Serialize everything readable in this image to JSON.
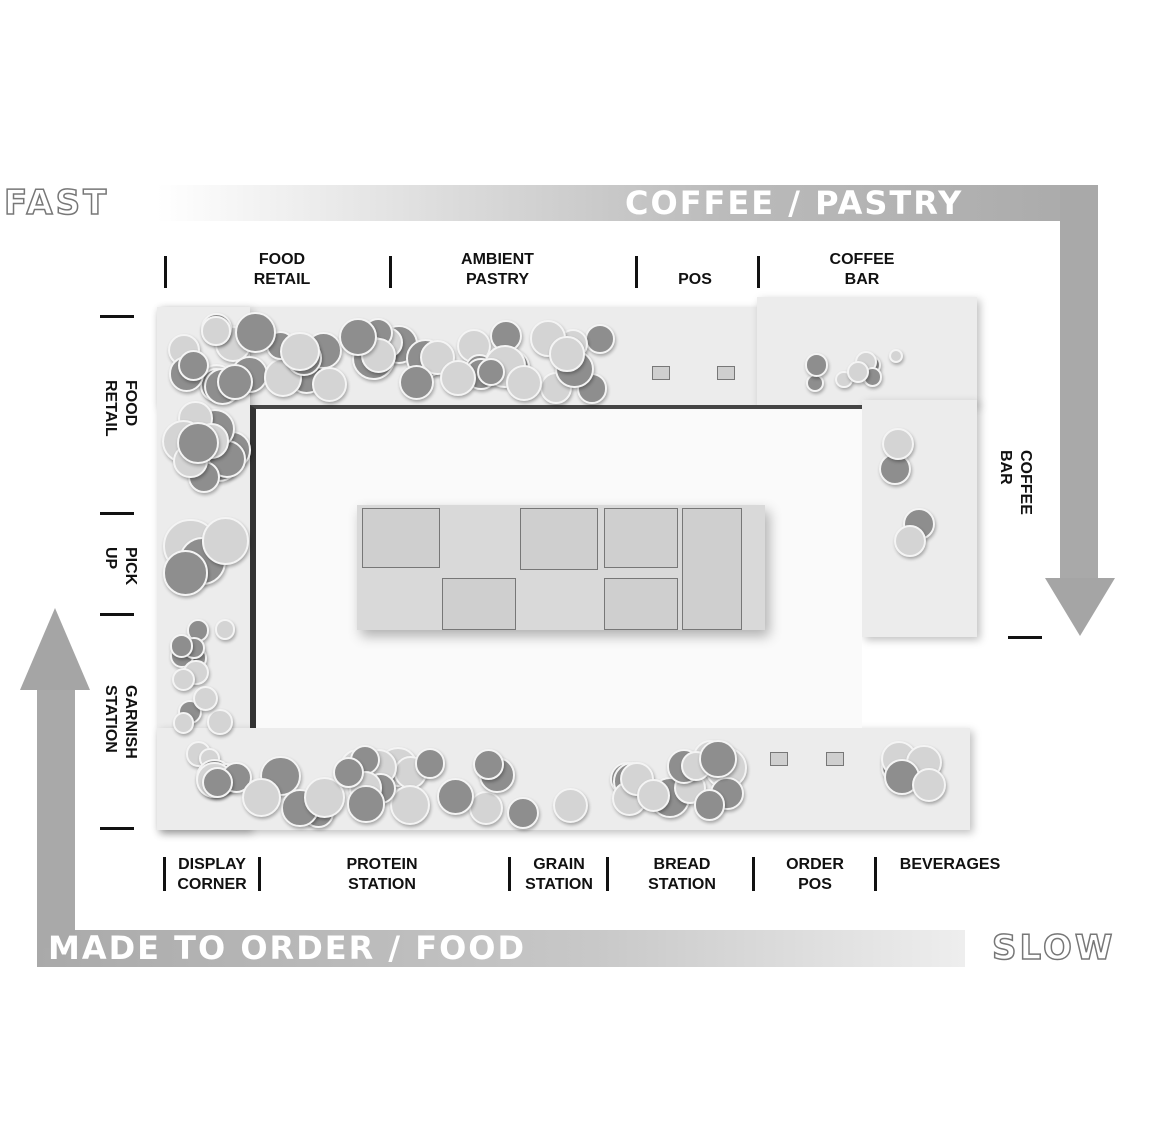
{
  "flow": {
    "fast": "FAST",
    "slow": "SLOW",
    "top_band": "COFFEE / PASTRY",
    "bottom_band": "MADE TO ORDER / FOOD"
  },
  "top_labels": [
    {
      "l1": "FOOD",
      "l2": "RETAIL"
    },
    {
      "l1": "AMBIENT",
      "l2": "PASTRY"
    },
    {
      "l1": "",
      "l2": "POS"
    },
    {
      "l1": "COFFEE",
      "l2": "BAR"
    }
  ],
  "left_labels": [
    {
      "l1": "FOOD",
      "l2": "RETAIL"
    },
    {
      "l1": "PICK",
      "l2": "UP"
    },
    {
      "l1": "GARNISH",
      "l2": "STATION"
    }
  ],
  "right_label": {
    "l1": "COFFEE",
    "l2": "BAR"
  },
  "bottom_labels": [
    {
      "l1": "DISPLAY",
      "l2": "CORNER"
    },
    {
      "l1": "PROTEIN",
      "l2": "STATION"
    },
    {
      "l1": "GRAIN",
      "l2": "STATION"
    },
    {
      "l1": "BREAD",
      "l2": "STATION"
    },
    {
      "l1": "ORDER",
      "l2": "POS"
    },
    {
      "l1": "BEVERAGES",
      "l2": ""
    }
  ]
}
